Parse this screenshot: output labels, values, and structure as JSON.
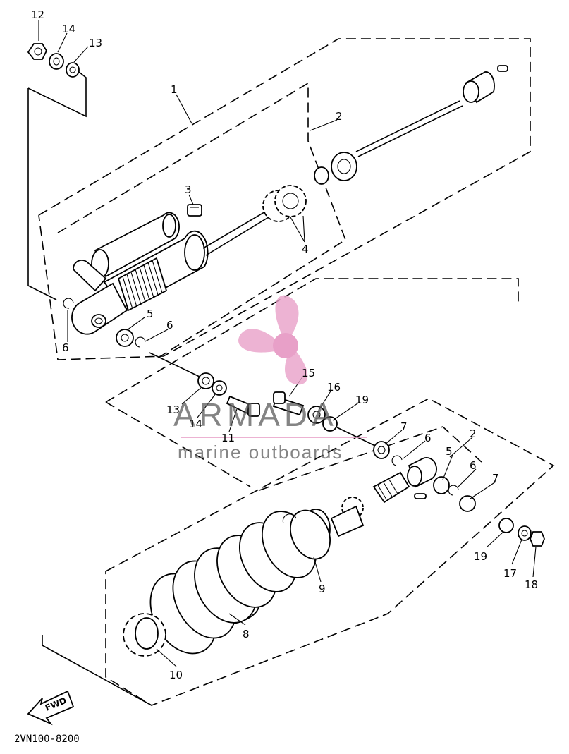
{
  "diagram_code": "2VN100-8200",
  "fwd_label": "FWD",
  "watermark": {
    "title": "ARMADA",
    "subtitle": "marine outboards",
    "color": "#e8a0c8"
  },
  "callouts": {
    "c1": "1",
    "c2a": "2",
    "c2b": "2",
    "c3": "3",
    "c4": "4",
    "c5a": "5",
    "c5b": "5",
    "c6a": "6",
    "c6b": "6",
    "c6c": "6",
    "c6d": "6",
    "c7a": "7",
    "c7b": "7",
    "c8": "8",
    "c9": "9",
    "c10": "10",
    "c11": "11",
    "c12": "12",
    "c13a": "13",
    "c13b": "13",
    "c14a": "14",
    "c14b": "14",
    "c15": "15",
    "c16": "16",
    "c17": "17",
    "c18": "18",
    "c19a": "19",
    "c19b": "19"
  }
}
